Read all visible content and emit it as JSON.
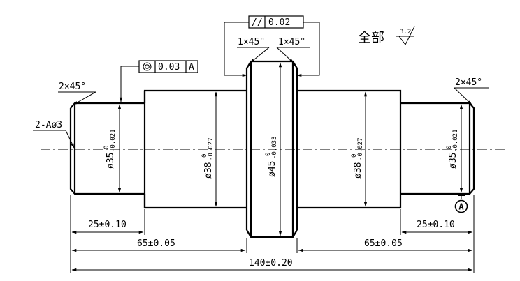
{
  "drawing": {
    "global_note": "全部",
    "roughness_value": "3.2",
    "tolerance_parallel": {
      "symbol": "//",
      "value": "0.02"
    },
    "tolerance_concentricity": {
      "value": "0.03",
      "datum": "A"
    },
    "datum_label": "A",
    "chamfers": {
      "left_end": "2×45°",
      "right_end": "2×45°",
      "collar_left": "1×45°",
      "collar_right": "1×45°"
    },
    "center_holes": "2-Aø3",
    "diameters": {
      "left_journal": {
        "main": "ø35",
        "upper": "0",
        "lower": "-0.021"
      },
      "left_shoulder": {
        "main": "ø38",
        "upper": "0",
        "lower": "-0.027"
      },
      "collar": {
        "main": "ø45",
        "upper": "0",
        "lower": "-0.033"
      },
      "right_shoulder": {
        "main": "ø38",
        "upper": "0",
        "lower": "-0.027"
      },
      "right_journal": {
        "main": "ø35",
        "upper": "0",
        "lower": "-0.021"
      }
    },
    "lengths": {
      "left_journal": "25±0.10",
      "right_journal": "25±0.10",
      "left_section": "65±0.05",
      "right_section": "65±0.05",
      "overall": "140±0.20"
    }
  }
}
